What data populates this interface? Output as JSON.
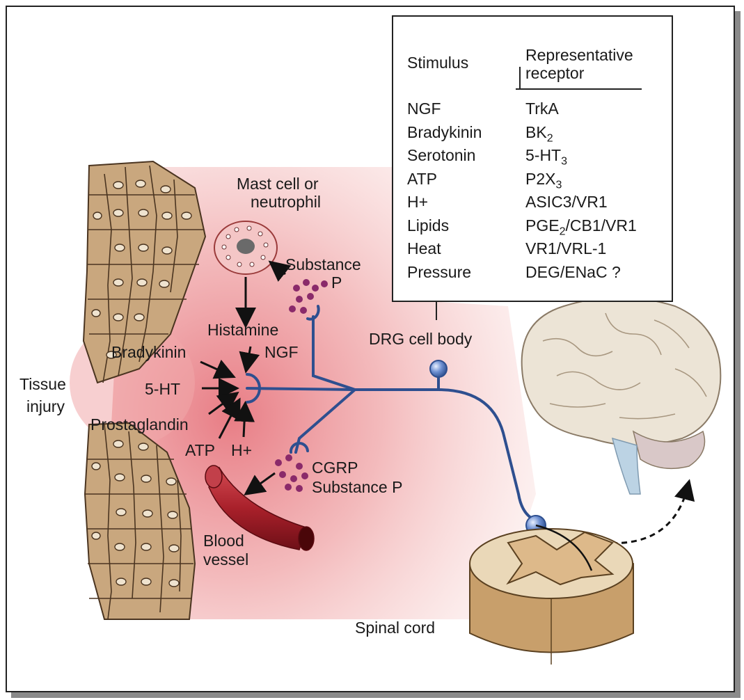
{
  "labels": {
    "mast_cell": "Mast cell or",
    "mast_cell2": "neutrophil",
    "substance": "Substance",
    "substance_p": "P",
    "histamine": "Histamine",
    "ngf": "NGF",
    "bradykinin": "Bradykinin",
    "five_ht": "5-HT",
    "prostaglandin": "Prostaglandin",
    "atp": "ATP",
    "h_plus": "H+",
    "tissue": "Tissue",
    "injury": "injury",
    "cgrp": "CGRP",
    "cgrp_substance_p": "Substance P",
    "blood": "Blood",
    "vessel": "vessel",
    "drg": "DRG cell body",
    "spinal_cord": "Spinal cord"
  },
  "table": {
    "header_stimulus": "Stimulus",
    "header_receptor_1": "Representative",
    "header_receptor_2": "receptor",
    "rows": [
      {
        "stimulus": "NGF",
        "receptor": "TrkA"
      },
      {
        "stimulus": "Bradykinin",
        "receptor": "BK",
        "sub": "2",
        "tail": ""
      },
      {
        "stimulus": "Serotonin",
        "receptor": "5-HT",
        "sub": "3",
        "tail": ""
      },
      {
        "stimulus": "ATP",
        "receptor": "P2X",
        "sub": "3",
        "tail": ""
      },
      {
        "stimulus": "H+",
        "receptor": "ASIC3/VR1"
      },
      {
        "stimulus": "Lipids",
        "receptor": "PGE",
        "sub": "2",
        "tail": "/CB1/VR1"
      },
      {
        "stimulus": "Heat",
        "receptor": "VR1/VRL-1"
      },
      {
        "stimulus": "Pressure",
        "receptor": "DEG/ENaC ?"
      }
    ]
  },
  "colors": {
    "inflammation": "#e98a8f",
    "nerve": "#2e4f8f",
    "vesicle": "#8a2a6a",
    "tissue": "#c9a77e",
    "vessel": "#a8202a",
    "brain": "#e7dccb",
    "cord": "#c89f6b"
  }
}
